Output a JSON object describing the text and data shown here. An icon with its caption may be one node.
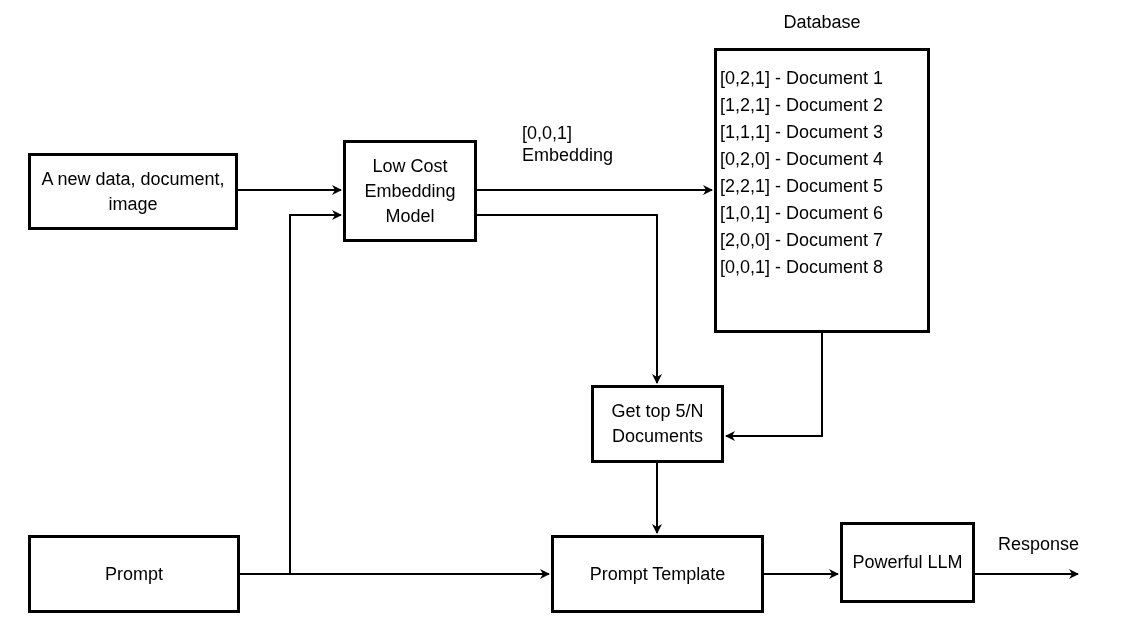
{
  "diagram": {
    "nodes": [
      {
        "text": [
          "A new data, document, image"
        ]
      },
      {
        "text": [
          "Low Cost Embedding Model"
        ]
      },
      {
        "text": [
          "Database",
          "[0,2,1] - Document 1",
          "[1,2,1] - Document 2",
          "[1,1,1] - Document 3",
          "[0,2,0] - Document 4",
          "[2,2,1] - Document 5",
          "[1,0,1] - Document 6",
          "[2,0,0] - Document 7",
          "[0,0,1] - Document 8"
        ]
      },
      {
        "text": [
          "Get top 5/N Documents"
        ]
      },
      {
        "text": [
          "Prompt"
        ]
      },
      {
        "text": [
          "Prompt Template"
        ]
      },
      {
        "text": [
          "Powerful LLM"
        ]
      }
    ],
    "edges": [
      {
        "from": 0,
        "to": 1,
        "arrow": "to"
      },
      {
        "from": 4,
        "to": 1,
        "arrow": "to"
      },
      {
        "from": 4,
        "to": 5,
        "arrow": "to"
      },
      {
        "from": 1,
        "to": 2,
        "arrow": "to",
        "label": "[0,0,1] Embedding"
      },
      {
        "from": 1,
        "to": 3,
        "arrow": "to"
      },
      {
        "from": 2,
        "to": 3,
        "arrow": "to"
      },
      {
        "from": 3,
        "to": 5,
        "arrow": "to"
      },
      {
        "from": 5,
        "to": 6,
        "arrow": "to"
      },
      {
        "from": 6,
        "to": null,
        "arrow": "to",
        "label": "Response"
      }
    ]
  }
}
